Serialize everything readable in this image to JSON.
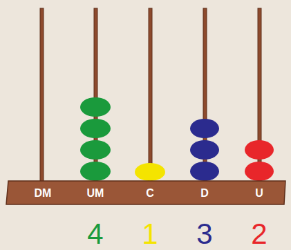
{
  "diagram": {
    "nodes": [
      {
        "text": [
          "DM",
          "UM",
          "C",
          "D",
          "U"
        ]
      }
    ],
    "labels": [
      "4",
      "1",
      "3",
      "2"
    ]
  }
}
